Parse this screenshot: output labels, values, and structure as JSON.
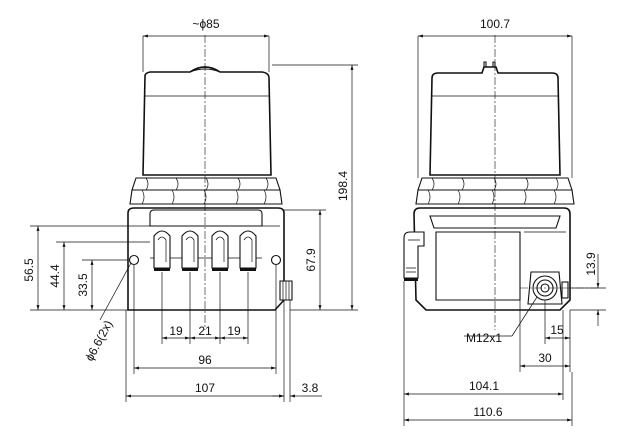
{
  "dimensions": {
    "front": {
      "phi85": "~ϕ85",
      "h198_4": "198.4",
      "h67_9": "67.9",
      "h56_5": "56.5",
      "h44_4": "44.4",
      "h33_5": "33.5",
      "hole": "ϕ6.6(2x)",
      "w19a": "19",
      "w21": "21",
      "w19b": "19",
      "w96": "96",
      "w107": "107",
      "w3_8": "3.8"
    },
    "side": {
      "w100_7": "100.7",
      "h13_9": "13.9",
      "thread": "M12x1",
      "w15": "15",
      "w30": "30",
      "w104_1": "104.1",
      "w110_6": "110.6"
    }
  }
}
